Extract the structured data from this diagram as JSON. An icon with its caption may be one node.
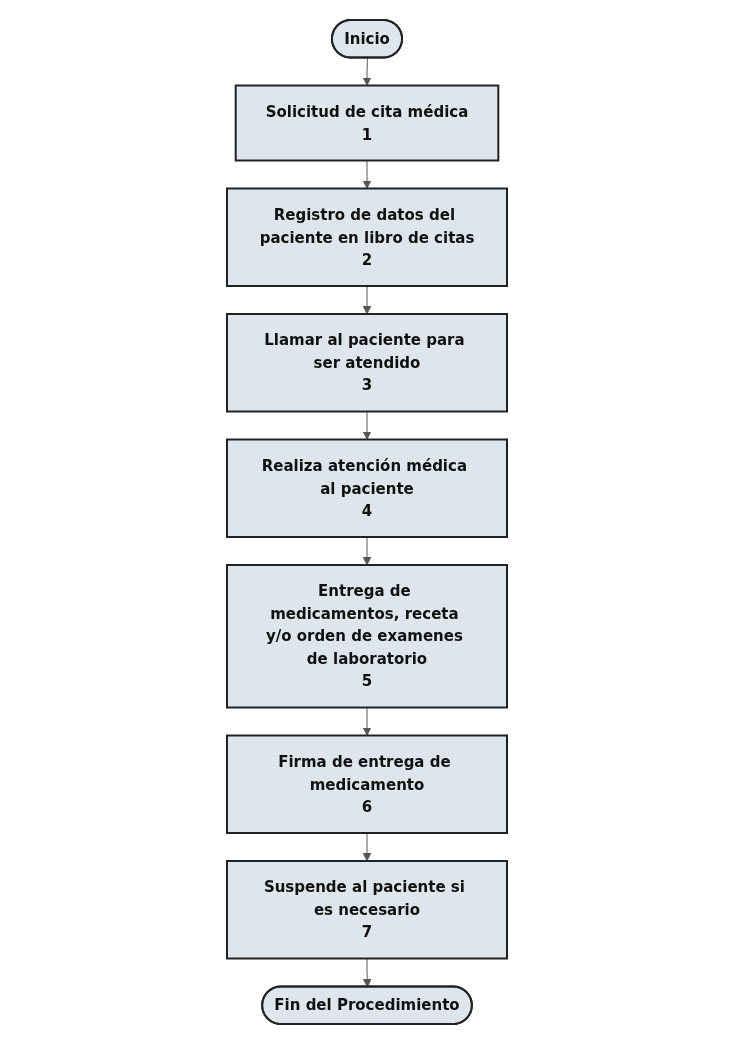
{
  "diagram": {
    "nodes": [
      {
        "text": [
          "Inicio"
        ]
      },
      {
        "text": [
          "Solicitud de cita médica",
          "1"
        ]
      },
      {
        "text": [
          "Registro de datos del paciente en libro de citas",
          "2"
        ]
      },
      {
        "text": [
          "Llamar al paciente para ser atendido",
          "3"
        ]
      },
      {
        "text": [
          "Realiza atención médica al paciente",
          "4"
        ]
      },
      {
        "text": [
          "Entrega de medicamentos, receta y/o orden de examenes de laboratorio",
          "5"
        ]
      },
      {
        "text": [
          "Firma de entrega de medicamento",
          "6"
        ]
      },
      {
        "text": [
          "Suspende al paciente si es necesario",
          "7"
        ]
      },
      {
        "text": [
          "Fin del Procedimiento"
        ]
      }
    ],
    "edges": [
      {
        "from": 0,
        "to": 1,
        "arrow": "to"
      },
      {
        "from": 1,
        "to": 2,
        "arrow": "to"
      },
      {
        "from": 2,
        "to": 3,
        "arrow": "to"
      },
      {
        "from": 3,
        "to": 4,
        "arrow": "to"
      },
      {
        "from": 4,
        "to": 5,
        "arrow": "to"
      },
      {
        "from": 5,
        "to": 6,
        "arrow": "to"
      },
      {
        "from": 6,
        "to": 7,
        "arrow": "to"
      },
      {
        "from": 7,
        "to": 8,
        "arrow": "to"
      }
    ]
  }
}
